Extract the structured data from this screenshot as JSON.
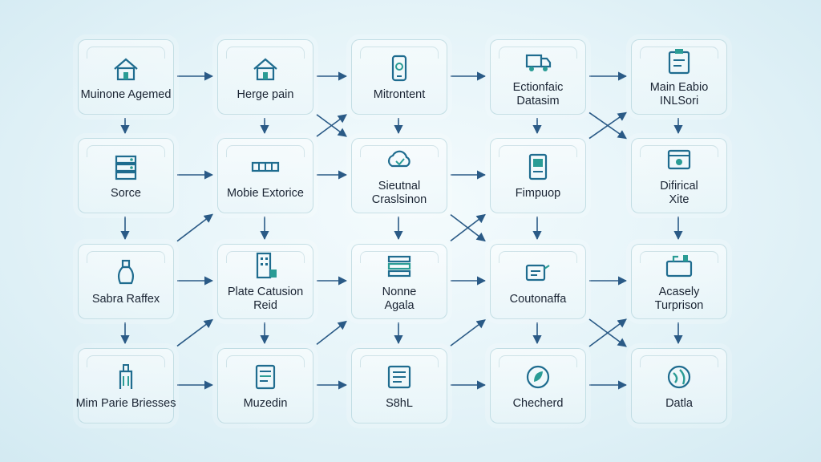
{
  "colors": {
    "accent": "#1f6c8f",
    "teal": "#2a9c95",
    "line": "#2a5a86"
  },
  "nodes": [
    {
      "id": "n1",
      "label": "Muinone Agemed",
      "icon": "house-icon",
      "row": 0,
      "col": 0
    },
    {
      "id": "n2",
      "label": "Herge pain",
      "icon": "house-icon",
      "row": 0,
      "col": 1
    },
    {
      "id": "n3",
      "label": "Mitrontent",
      "icon": "phone-icon",
      "row": 0,
      "col": 2
    },
    {
      "id": "n4",
      "label": "Ectionfaic\nDatasim",
      "icon": "truck-icon",
      "row": 0,
      "col": 3
    },
    {
      "id": "n5",
      "label": "Main Eabio\nINLSori",
      "icon": "clipboard-icon",
      "row": 0,
      "col": 4
    },
    {
      "id": "n6",
      "label": "Sorce",
      "icon": "server-icon",
      "row": 1,
      "col": 0
    },
    {
      "id": "n7",
      "label": "Mobie Extorice",
      "icon": "rack-icon",
      "row": 1,
      "col": 1
    },
    {
      "id": "n8",
      "label": "Sieutnal\nCraslsinon",
      "icon": "cloud-icon",
      "row": 1,
      "col": 2
    },
    {
      "id": "n9",
      "label": "Fimpuop",
      "icon": "book-icon",
      "row": 1,
      "col": 3
    },
    {
      "id": "n10",
      "label": "Difirical\nXite",
      "icon": "window-icon",
      "row": 1,
      "col": 4
    },
    {
      "id": "n11",
      "label": "Sabra Raffex",
      "icon": "bottle-icon",
      "row": 2,
      "col": 0
    },
    {
      "id": "n12",
      "label": "Plate Catusion\nReid",
      "icon": "building-icon",
      "row": 2,
      "col": 1
    },
    {
      "id": "n13",
      "label": "Nonne\nAgala",
      "icon": "stack-icon",
      "row": 2,
      "col": 2
    },
    {
      "id": "n14",
      "label": "Coutonaffa",
      "icon": "delivery-icon",
      "row": 2,
      "col": 3
    },
    {
      "id": "n15",
      "label": "Acasely\nTurprison",
      "icon": "tools-icon",
      "row": 2,
      "col": 4
    },
    {
      "id": "n16",
      "label": "Mim Parie Briesses",
      "icon": "tower-icon",
      "row": 3,
      "col": 0
    },
    {
      "id": "n17",
      "label": "Muzedin",
      "icon": "document-icon",
      "row": 3,
      "col": 1
    },
    {
      "id": "n18",
      "label": "S8hL",
      "icon": "list-icon",
      "row": 3,
      "col": 2
    },
    {
      "id": "n19",
      "label": "Checherd",
      "icon": "leaf-icon",
      "row": 3,
      "col": 3
    },
    {
      "id": "n20",
      "label": "Datla",
      "icon": "globe-icon",
      "row": 3,
      "col": 4
    }
  ],
  "edges": [
    [
      "n1",
      "n2"
    ],
    [
      "n2",
      "n3"
    ],
    [
      "n3",
      "n4"
    ],
    [
      "n4",
      "n5"
    ],
    [
      "n6",
      "n7"
    ],
    [
      "n7",
      "n8"
    ],
    [
      "n8",
      "n9"
    ],
    [
      "n11",
      "n12"
    ],
    [
      "n12",
      "n13"
    ],
    [
      "n13",
      "n14"
    ],
    [
      "n14",
      "n15"
    ],
    [
      "n16",
      "n17"
    ],
    [
      "n17",
      "n18"
    ],
    [
      "n18",
      "n19"
    ],
    [
      "n19",
      "n20"
    ],
    [
      "n1",
      "n6"
    ],
    [
      "n6",
      "n11"
    ],
    [
      "n11",
      "n16"
    ],
    [
      "n2",
      "n7"
    ],
    [
      "n7",
      "n12"
    ],
    [
      "n12",
      "n17"
    ],
    [
      "n3",
      "n8"
    ],
    [
      "n8",
      "n13"
    ],
    [
      "n13",
      "n18"
    ],
    [
      "n4",
      "n9"
    ],
    [
      "n9",
      "n14"
    ],
    [
      "n14",
      "n19"
    ],
    [
      "n5",
      "n10"
    ],
    [
      "n10",
      "n15"
    ],
    [
      "n15",
      "n20"
    ],
    [
      "n2",
      "n8"
    ],
    [
      "n7",
      "n3"
    ],
    [
      "n4",
      "n10"
    ],
    [
      "n9",
      "n5"
    ],
    [
      "n11",
      "n7"
    ],
    [
      "n8",
      "n14"
    ],
    [
      "n13",
      "n9"
    ],
    [
      "n16",
      "n12"
    ],
    [
      "n17",
      "n13"
    ],
    [
      "n18",
      "n14"
    ],
    [
      "n19",
      "n15"
    ],
    [
      "n14",
      "n20"
    ]
  ]
}
